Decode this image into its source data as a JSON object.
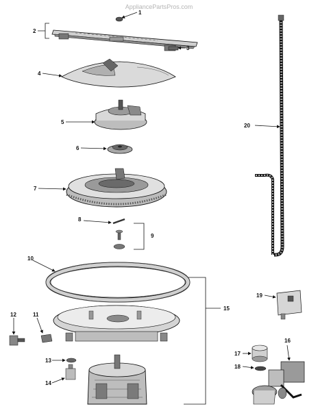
{
  "watermark": "AppliancePartsPros.com",
  "callouts": [
    {
      "id": "c1",
      "label": "1"
    },
    {
      "id": "c2",
      "label": "2"
    },
    {
      "id": "c3",
      "label": "3"
    },
    {
      "id": "c4",
      "label": "4"
    },
    {
      "id": "c5",
      "label": "5"
    },
    {
      "id": "c6",
      "label": "6"
    },
    {
      "id": "c7",
      "label": "7"
    },
    {
      "id": "c8",
      "label": "8"
    },
    {
      "id": "c9",
      "label": "9"
    },
    {
      "id": "c10",
      "label": "10"
    },
    {
      "id": "c11",
      "label": "11"
    },
    {
      "id": "c12",
      "label": "12"
    },
    {
      "id": "c13",
      "label": "13"
    },
    {
      "id": "c14",
      "label": "14"
    },
    {
      "id": "c15",
      "label": "15"
    },
    {
      "id": "c16",
      "label": "16"
    },
    {
      "id": "c17",
      "label": "17"
    },
    {
      "id": "c18",
      "label": "18"
    },
    {
      "id": "c19",
      "label": "19"
    },
    {
      "id": "c20",
      "label": "20"
    }
  ]
}
